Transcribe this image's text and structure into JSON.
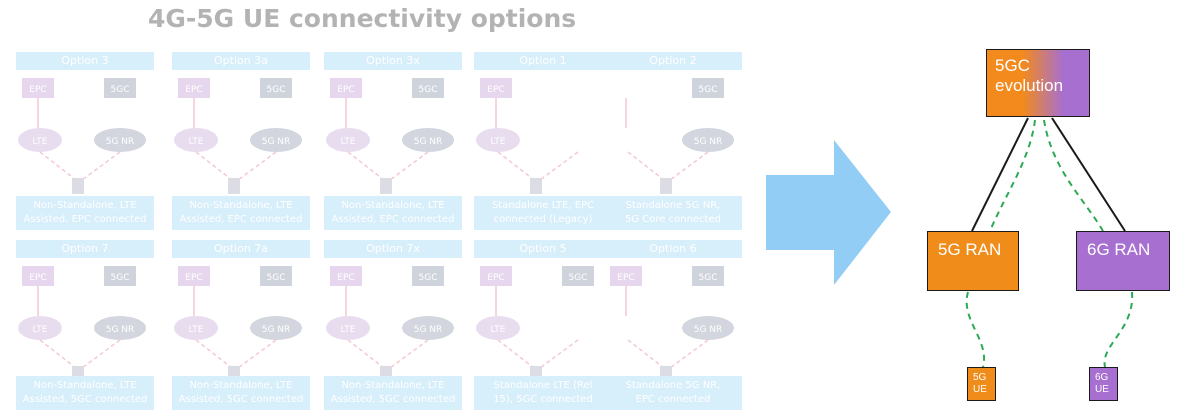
{
  "title": "4G-5G UE connectivity options",
  "options_row1": [
    {
      "header": "Option 3",
      "footer_line1": "Non-Standalone,  LTE",
      "footer_line2": "Assisted, EPC connected",
      "core_left": "EPC",
      "core_right": "5GC",
      "ran_left": "LTE",
      "ran_right": "5G NR"
    },
    {
      "header": "Option 3a",
      "footer_line1": "Non-Standalone,  LTE",
      "footer_line2": "Assisted, EPC connected",
      "core_left": "EPC",
      "core_right": "5GC",
      "ran_left": "LTE",
      "ran_right": "5G NR"
    },
    {
      "header": "Option 3x",
      "footer_line1": "Non-Standalone,  LTE",
      "footer_line2": "Assisted, EPC connected",
      "core_left": "EPC",
      "core_right": "5GC",
      "ran_left": "LTE",
      "ran_right": "5G NR"
    },
    {
      "header": "Option 1",
      "footer_line1": "Standalone LTE, EPC",
      "footer_line2": "connected (Legacy)",
      "core_left": "EPC",
      "core_right": "",
      "ran_left": "LTE",
      "ran_right": ""
    },
    {
      "header": "Option 2",
      "footer_line1": "Standalone 5G NR,",
      "footer_line2": "5G Core connected",
      "core_left": "",
      "core_right": "5GC",
      "ran_left": "",
      "ran_right": "5G NR"
    }
  ],
  "options_row2": [
    {
      "header": "Option 7",
      "footer_line1": "Non-Standalone,  LTE",
      "footer_line2": "Assisted, 5GC connected",
      "core_left": "EPC",
      "core_right": "5GC",
      "ran_left": "LTE",
      "ran_right": "5G NR"
    },
    {
      "header": "Option 7a",
      "footer_line1": "Non-Standalone,  LTE",
      "footer_line2": "Assisted, 5GC connected",
      "core_left": "EPC",
      "core_right": "5GC",
      "ran_left": "LTE",
      "ran_right": "5G NR"
    },
    {
      "header": "Option 7x",
      "footer_line1": "Non-Standalone,  LTE",
      "footer_line2": "Assisted, 5GC connected",
      "core_left": "EPC",
      "core_right": "5GC",
      "ran_left": "LTE",
      "ran_right": "5G NR"
    },
    {
      "header": "Option 5",
      "footer_line1": "Standalone LTE (Rel",
      "footer_line2": "15), 5GC connected",
      "core_left": "EPC",
      "core_right": "5GC",
      "ran_left": "LTE",
      "ran_right": ""
    },
    {
      "header": "Option 6",
      "footer_line1": "Standalone 5G NR,",
      "footer_line2": "EPC connected",
      "core_left": "EPC",
      "core_right": "5GC",
      "ran_left": "",
      "ran_right": "5G NR"
    }
  ],
  "target": {
    "core_line1": "5GC",
    "core_line2": "evolution",
    "ran_5g": "5G RAN",
    "ran_6g": "6G RAN",
    "ue_5g_line1": "5G",
    "ue_5g_line2": "UE",
    "ue_6g_line1": "6G",
    "ue_6g_line2": "UE"
  },
  "colors": {
    "orange": "#f08c1a",
    "purple": "#a66fd0",
    "arrow_blue": "#92cdf6",
    "faded_panel": "#d7eefb",
    "dashed_green": "#2aaa55"
  }
}
